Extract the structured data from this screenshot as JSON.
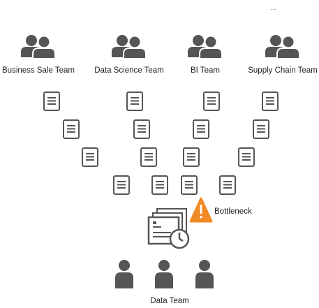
{
  "top_right_text": "...",
  "teams": [
    {
      "name": "Business Sale Team",
      "icon": "people-icon"
    },
    {
      "name": "Data Science Team",
      "icon": "people-icon"
    },
    {
      "name": "BI Team",
      "icon": "people-icon"
    },
    {
      "name": "Supply Chain Team",
      "icon": "people-icon"
    }
  ],
  "request_icon": "document-icon",
  "queue_icon": "inbox-pending-icon",
  "alert": {
    "label": "Bottleneck",
    "icon": "warning-icon"
  },
  "data_team": {
    "label": "Data Team",
    "member_icon": "person-icon",
    "member_count": 3
  },
  "colors": {
    "icon": "#555555",
    "warning": "#f08a24",
    "text": "#222222"
  }
}
